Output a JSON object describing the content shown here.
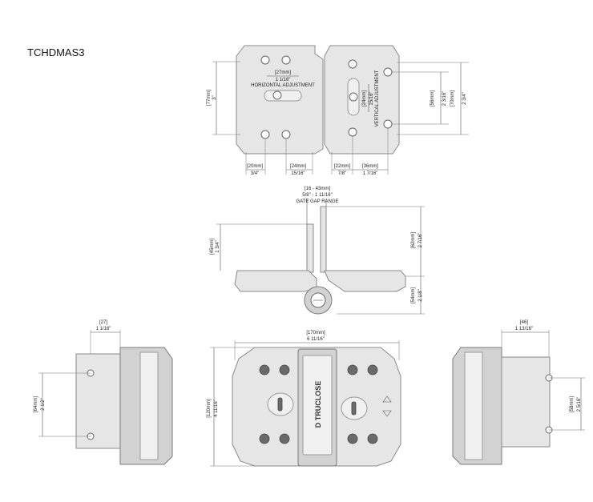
{
  "title": "TCHDMAS3",
  "top_view": {
    "horizontal_adjustment": {
      "mm": "[27mm]",
      "in": "1 1/16\"",
      "label": "HORIZONTAL ADJUSTMENT"
    },
    "vertical_adjustment": {
      "mm": "[24mm]",
      "in": "15/16\"",
      "label": "VERTICAL ADJUSTMENT"
    },
    "height_left": {
      "mm": "[77mm]",
      "in": "3\""
    },
    "height_right_inner": {
      "mm": "[56mm]",
      "in": "2 3/16\""
    },
    "height_right_outer": {
      "mm": "[70mm]",
      "in": "2 3/4\""
    },
    "bottom_dims": [
      {
        "mm": "[20mm]",
        "in": "3/4\""
      },
      {
        "mm": "[24mm]",
        "in": "15/16\""
      },
      {
        "mm": "[22mm]",
        "in": "7/8\""
      },
      {
        "mm": "[36mm]",
        "in": "1 7/16\""
      }
    ]
  },
  "side_view": {
    "gate_gap": {
      "mm": "[16 - 43mm]",
      "in": "5/8\" - 1 11/16\"",
      "label": "GATE GAP RANGE"
    },
    "left_height": {
      "mm": "[45mm]",
      "in": "1 3/4\""
    },
    "right_upper": {
      "mm": "[62mm]",
      "in": "2 7/16\""
    },
    "right_lower": {
      "mm": "[54mm]",
      "in": "2 1/8\""
    }
  },
  "front_view": {
    "width": {
      "mm": "[170mm]",
      "in": "6 11/16\""
    },
    "height": {
      "mm": "[120mm]",
      "in": "4 11/16\""
    },
    "brand_text": "D TRUCLOSE"
  },
  "left_end_view": {
    "top": {
      "mm": "[27]",
      "in": "1 1/16\""
    },
    "height": {
      "mm": "[64mm]",
      "in": "2 1/2\""
    }
  },
  "right_end_view": {
    "top": {
      "mm": "[46]",
      "in": "1 13/16\""
    },
    "height": {
      "mm": "[58mm]",
      "in": "2 5/16\""
    }
  }
}
